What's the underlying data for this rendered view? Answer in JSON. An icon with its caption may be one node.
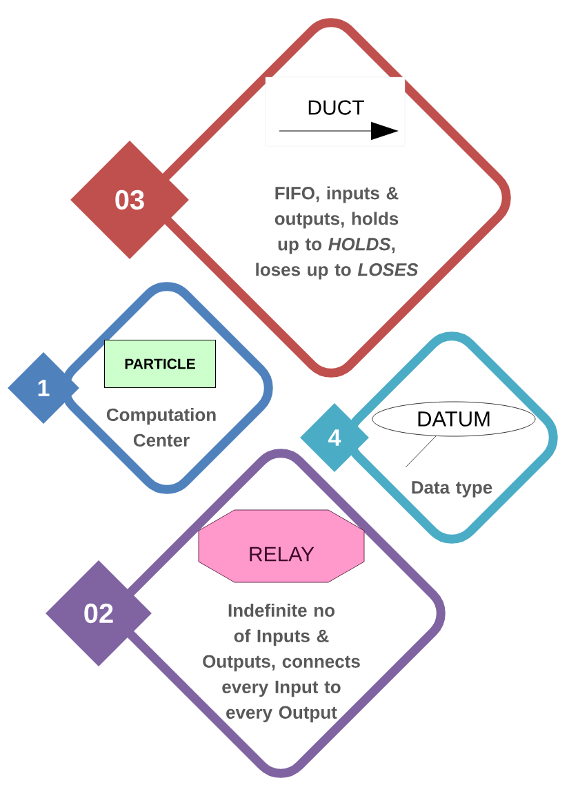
{
  "diagram": {
    "nodes": [
      {
        "text": [
          "FIFO, inputs & outputs, holds up to *HOLDS*, loses up to *LOSES*"
        ]
      },
      {
        "text": [
          "03"
        ]
      },
      {
        "text": [
          "DUCT"
        ],
        "in": 0
      },
      {
        "text": [
          "Computation Center"
        ]
      },
      {
        "text": [
          "1"
        ]
      },
      {
        "text": [
          "PARTICLE"
        ],
        "in": 3
      },
      {
        "text": [
          "Data type"
        ]
      },
      {
        "text": [
          "4"
        ]
      },
      {
        "text": [
          "DATUM"
        ],
        "in": 6
      },
      {
        "text": [
          "Indefinite no of Inputs & Outputs, connects every Input to every Output"
        ]
      },
      {
        "text": [
          "02"
        ]
      },
      {
        "text": [
          "RELAY"
        ],
        "in": 9
      }
    ]
  }
}
